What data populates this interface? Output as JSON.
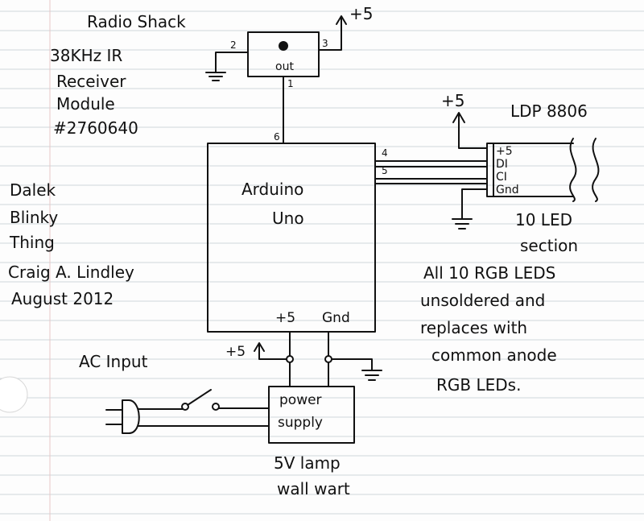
{
  "ir_module": {
    "line1": "Radio Shack",
    "line2": "38KHz IR",
    "line3": "Receiver",
    "line4": "Module",
    "line5": "#2760640",
    "out_label": "out",
    "pin_ground": "2",
    "pin_supply": "3",
    "pin_out": "1",
    "supply_label": "+5"
  },
  "title_block": {
    "line1": "Dalek",
    "line2": "Blinky",
    "line3": "Thing",
    "author": "Craig A. Lindley",
    "date": "August 2012"
  },
  "arduino": {
    "name": "Arduino",
    "model": "Uno",
    "pin_ir": "6",
    "pin_data": "4",
    "pin_clock": "5",
    "power_pin": "+5",
    "ground_pin": "Gnd"
  },
  "led_strip": {
    "part": "LDP 8806",
    "supply_label": "+5",
    "pins": [
      "+5",
      "DI",
      "CI",
      "Gnd"
    ],
    "section_line1": "10 LED",
    "section_line2": "section"
  },
  "note": {
    "line1": "All 10 RGB LEDS",
    "line2": "unsoldered and",
    "line3": "replaces with",
    "line4": "common anode",
    "line5": "RGB LEDs."
  },
  "power": {
    "ac_label": "AC Input",
    "rail_label": "+5",
    "supply_line1": "power",
    "supply_line2": "supply",
    "caption_line1": "5V lamp",
    "caption_line2": "wall wart"
  }
}
